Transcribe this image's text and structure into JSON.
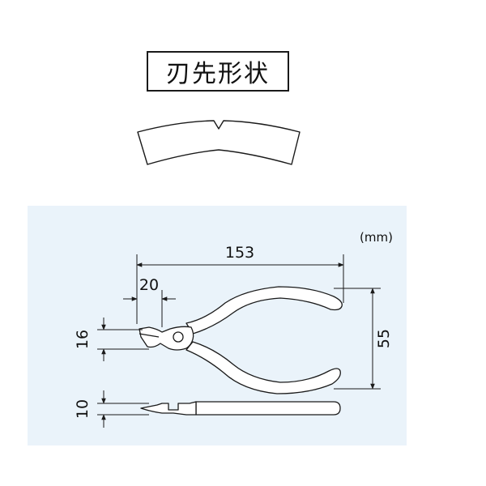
{
  "header": {
    "title": "刃先形状"
  },
  "dimensions": {
    "unit": "(mm)",
    "overall_length": "153",
    "jaw_length": "20",
    "head_width": "16",
    "handle_spread": "55",
    "thickness": "10"
  },
  "colors": {
    "panel_background": "#eaf3fa",
    "line": "#1a1a1a",
    "fill": "#ffffff"
  }
}
